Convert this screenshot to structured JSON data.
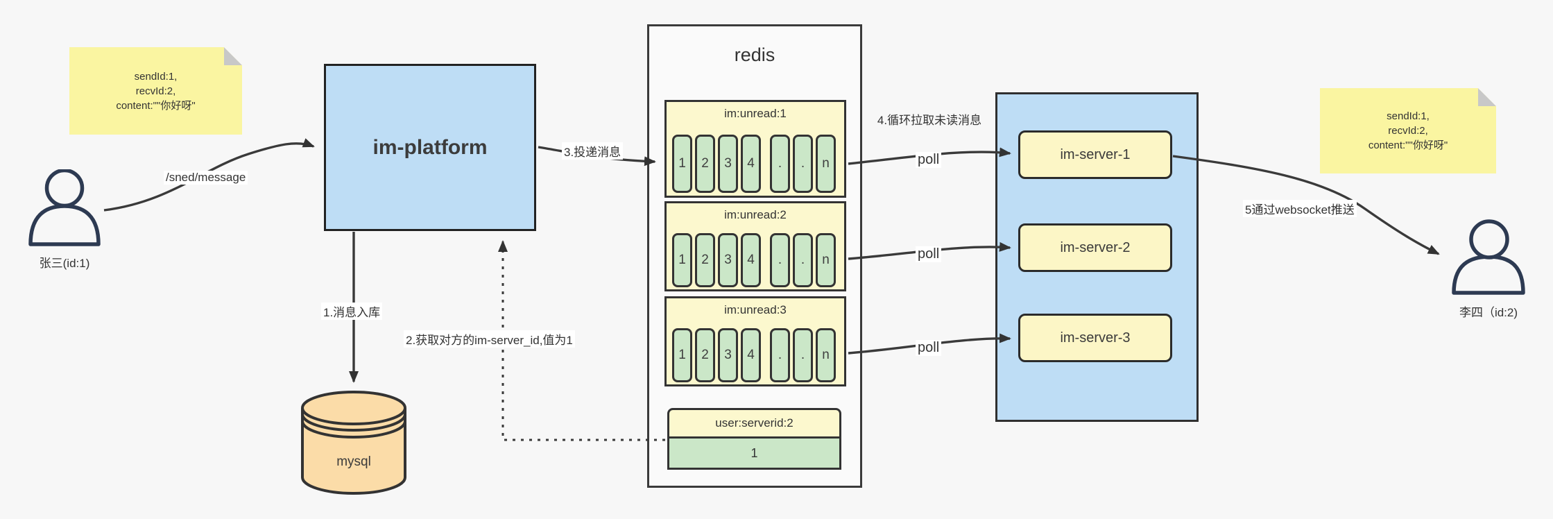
{
  "sticky_left": {
    "lines": [
      "sendId:1,",
      "recvId:2,",
      "content:\"\"你好呀\""
    ]
  },
  "sticky_right": {
    "lines": [
      "sendId:1,",
      "recvId:2,",
      "content:\"\"你好呀\""
    ]
  },
  "sender": {
    "label": "张三(id:1)"
  },
  "receiver": {
    "label": "李四（id:2)"
  },
  "platform": {
    "label": "im-platform"
  },
  "database": {
    "label": "mysql"
  },
  "redis": {
    "title": "redis",
    "queues": [
      {
        "title": "im:unread:1",
        "cells": [
          "1",
          "2",
          "3",
          "4",
          ".",
          ".",
          "n"
        ]
      },
      {
        "title": "im:unread:2",
        "cells": [
          "1",
          "2",
          "3",
          "4",
          ".",
          ".",
          "n"
        ]
      },
      {
        "title": "im:unread:3",
        "cells": [
          "1",
          "2",
          "3",
          "4",
          ".",
          ".",
          "n"
        ]
      }
    ],
    "kv": {
      "key": "user:serverid:2",
      "value": "1"
    }
  },
  "cluster": {
    "servers": [
      "im-server-1",
      "im-server-2",
      "im-server-3"
    ]
  },
  "labels": {
    "send_api": "/sned/message",
    "step1": "1.消息入库",
    "step2": "2.获取对方的im-server_id,值为1",
    "step3": "3.投递消息",
    "step4": "4.循环拉取未读消息",
    "poll": "poll",
    "step5": "5通过websocket推送"
  },
  "colors": {
    "blue": "#beddf5",
    "note_yellow": "#faf5a1",
    "box_yellow": "#fcf8ce",
    "cell_green": "#cbe7c8",
    "db_orange": "#fbdca8",
    "stroke": "#3a3a3a"
  }
}
